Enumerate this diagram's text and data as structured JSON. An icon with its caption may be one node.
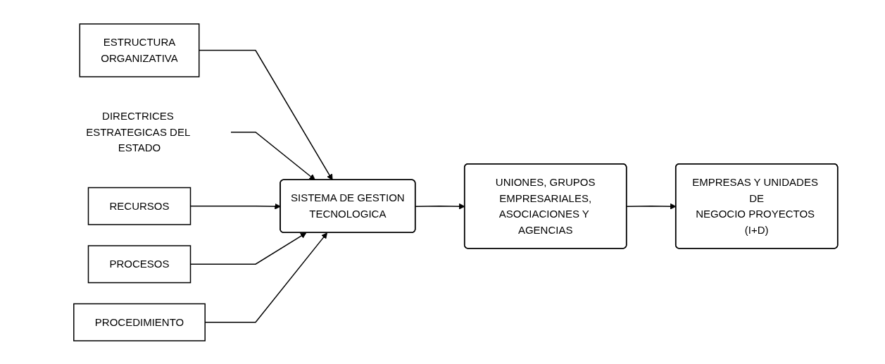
{
  "diagram": {
    "nodes": [
      {
        "text": [
          "DIRECTRICES ESTRATEGICAS DEL ESTADO"
        ]
      },
      {
        "text": [
          "ESTRUCTURA ORGANIZATIVA"
        ]
      },
      {
        "text": [
          "RECURSOS"
        ]
      },
      {
        "text": [
          "PROCESOS"
        ]
      },
      {
        "text": [
          "PROCEDIMIENTO"
        ]
      },
      {
        "text": [
          "SISTEMA DE GESTION TECNOLOGICA"
        ]
      },
      {
        "text": [
          "UNIONES, GRUPOS EMPRESARIALES, ASOCIACIONES Y AGENCIAS"
        ]
      },
      {
        "text": [
          "EMPRESAS Y UNIDADES DE NEGOCIO PROYECTOS (I+D)"
        ]
      }
    ],
    "edges": [
      {
        "from": 1,
        "to": 5,
        "arrow": "to"
      },
      {
        "from": 0,
        "to": 5,
        "arrow": "to"
      },
      {
        "from": 2,
        "to": 5,
        "arrow": "to"
      },
      {
        "from": 3,
        "to": 5,
        "arrow": "to"
      },
      {
        "from": 4,
        "to": 5,
        "arrow": "to"
      },
      {
        "from": 5,
        "to": 6,
        "arrow": "to"
      },
      {
        "from": 6,
        "to": 7,
        "arrow": "to"
      }
    ]
  }
}
